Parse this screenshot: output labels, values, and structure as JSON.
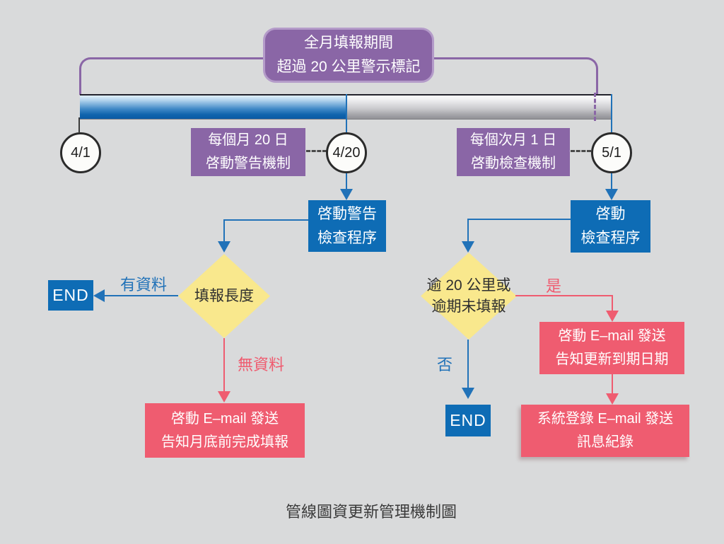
{
  "caption": "管線圖資更新管理機制圖",
  "colors": {
    "background": "#d9dadb",
    "purple": "#8a66a6",
    "purple_border": "#b49bc9",
    "process_blue": "#0e6cb5",
    "line_blue": "#2172b8",
    "decision_yellow": "#f9e88d",
    "action_red": "#ef5c70",
    "bar_blue_dark": "#0a5aa4",
    "bar_gray_dark": "#909095"
  },
  "banner": {
    "line1": "全月填報期間",
    "line2": "超過 20 公里警示標記"
  },
  "milestones": {
    "start": "4/1",
    "warn": "4/20",
    "check": "5/1"
  },
  "notes": {
    "warn": {
      "line1": "每個月 20 日",
      "line2": "啓動警告機制"
    },
    "check": {
      "line1": "每個次月 1 日",
      "line2": "啓動檢查機制"
    }
  },
  "process": {
    "warn": {
      "line1": "啓動警告",
      "line2": "檢查程序"
    },
    "check": {
      "line1": "啓動",
      "line2": "檢查程序"
    }
  },
  "decision": {
    "left": {
      "line1": "填報長度"
    },
    "right": {
      "line1": "逾 20 公里或",
      "line2": "逾期未填報"
    }
  },
  "branch_labels": {
    "has_data": "有資料",
    "no_data": "無資料",
    "yes": "是",
    "no": "否"
  },
  "actions": {
    "remind": {
      "line1": "啓動 E–mail 發送",
      "line2": "告知月底前完成填報"
    },
    "notify": {
      "line1": "啓動 E–mail 發送",
      "line2": "告知更新到期日期"
    },
    "log": {
      "line1": "系統登錄 E–mail 發送",
      "line2": "訊息紀錄"
    }
  },
  "terminators": {
    "end_left": "END",
    "end_right": "END"
  }
}
